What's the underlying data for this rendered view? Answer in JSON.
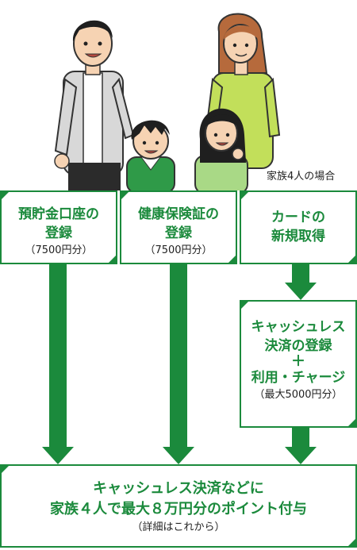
{
  "illustration": {
    "caption": "家族4人の場合"
  },
  "steps": {
    "bank": {
      "title_line1": "預貯金口座の",
      "title_line2": "登録",
      "amount": "（7500円分）"
    },
    "insurance": {
      "title_line1": "健康保険証の",
      "title_line2": "登録",
      "amount": "（7500円分）"
    },
    "card": {
      "title_line1": "カードの",
      "title_line2": "新規取得"
    },
    "cashless": {
      "title_line1": "キャッシュレス",
      "title_line2": "決済の登録",
      "plus": "＋",
      "title_line3": "利用・チャージ",
      "amount": "（最大5000円分）"
    }
  },
  "result": {
    "line1": "キャッシュレス決済などに",
    "line2": "家族４人で最大８万円分のポイント付与",
    "note": "（詳細はこれから）"
  },
  "colors": {
    "accent_green": "#1b8a3c",
    "text_dark": "#222222"
  }
}
